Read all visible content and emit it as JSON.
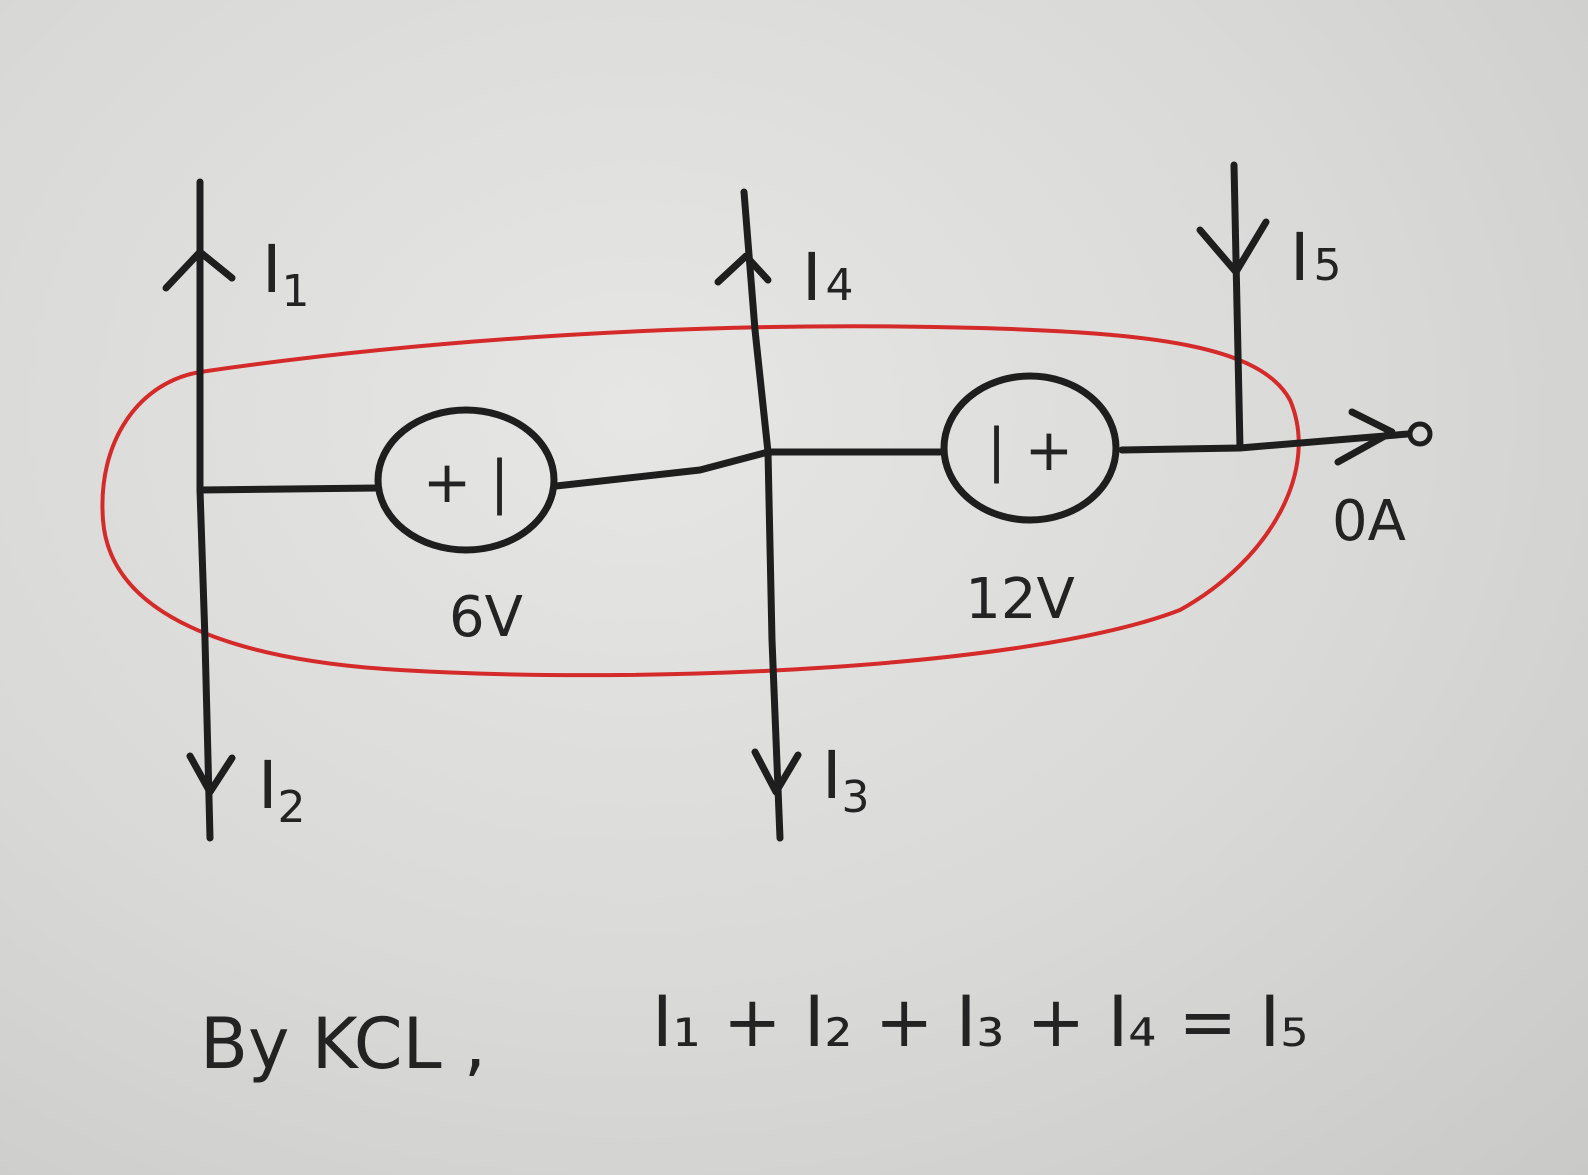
{
  "currents": {
    "i1": {
      "base": "I",
      "sub": "1"
    },
    "i2": {
      "base": "I",
      "sub": "2"
    },
    "i3": {
      "base": "I",
      "sub": "3"
    },
    "i4": {
      "base": "I",
      "sub": "4"
    },
    "i5": {
      "base": "I",
      "sub": "5"
    }
  },
  "sources": {
    "left": {
      "symbol": "+ |",
      "value": "6V"
    },
    "right": {
      "symbol": "| +",
      "value": "12V"
    }
  },
  "output_current": "0A",
  "equation": {
    "prefix": "By KCL ,",
    "formula": "I₁ + I₂ + I₃ + I₄ = I₅"
  },
  "colors": {
    "ink": "#1e1e1e",
    "boundary": "#d42a2a"
  }
}
